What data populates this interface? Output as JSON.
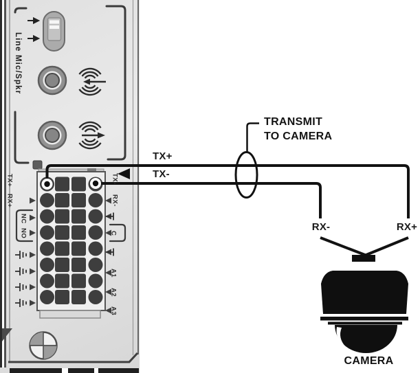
{
  "panel": {
    "audio_section": {
      "switch_label": "Line Mic/Spkr",
      "icons": [
        "slide-switch",
        "position-arrow",
        "audio-in-jack",
        "audio-in-waves-arrow",
        "audio-out-jack",
        "audio-out-waves-arrow"
      ]
    },
    "terminal_block": {
      "left_labels": [
        "TX+",
        "RX+",
        "NC",
        "NO",
        "GND",
        "GND",
        "GND",
        "GND"
      ],
      "right_labels": [
        "TX-",
        "RX-",
        "GND",
        "C",
        "GND",
        "A1",
        "A2",
        "A3"
      ],
      "rows": 8,
      "icons": [
        "terminal-hole",
        "ground-icon",
        "row-pointer-arrow",
        "wire-entry-arrow"
      ]
    },
    "hardware_icons": [
      "panel-screw",
      "chassis-edge"
    ]
  },
  "wiring": {
    "tx_plus_label": "TX+",
    "tx_minus_label": "TX-",
    "rx_minus_label": "RX-",
    "rx_plus_label": "RX+",
    "callout_line1": "TRANSMIT",
    "callout_line2": "TO CAMERA",
    "camera_label": "CAMERA",
    "icons": [
      "cable-bundle-ellipse",
      "callout-leader-line",
      "dome-camera-icon"
    ]
  },
  "colors": {
    "wire": "#121212",
    "panel_face": "#e4e4e4",
    "camera_black": "#0f0f0f",
    "label_text": "#1a1a1a"
  }
}
